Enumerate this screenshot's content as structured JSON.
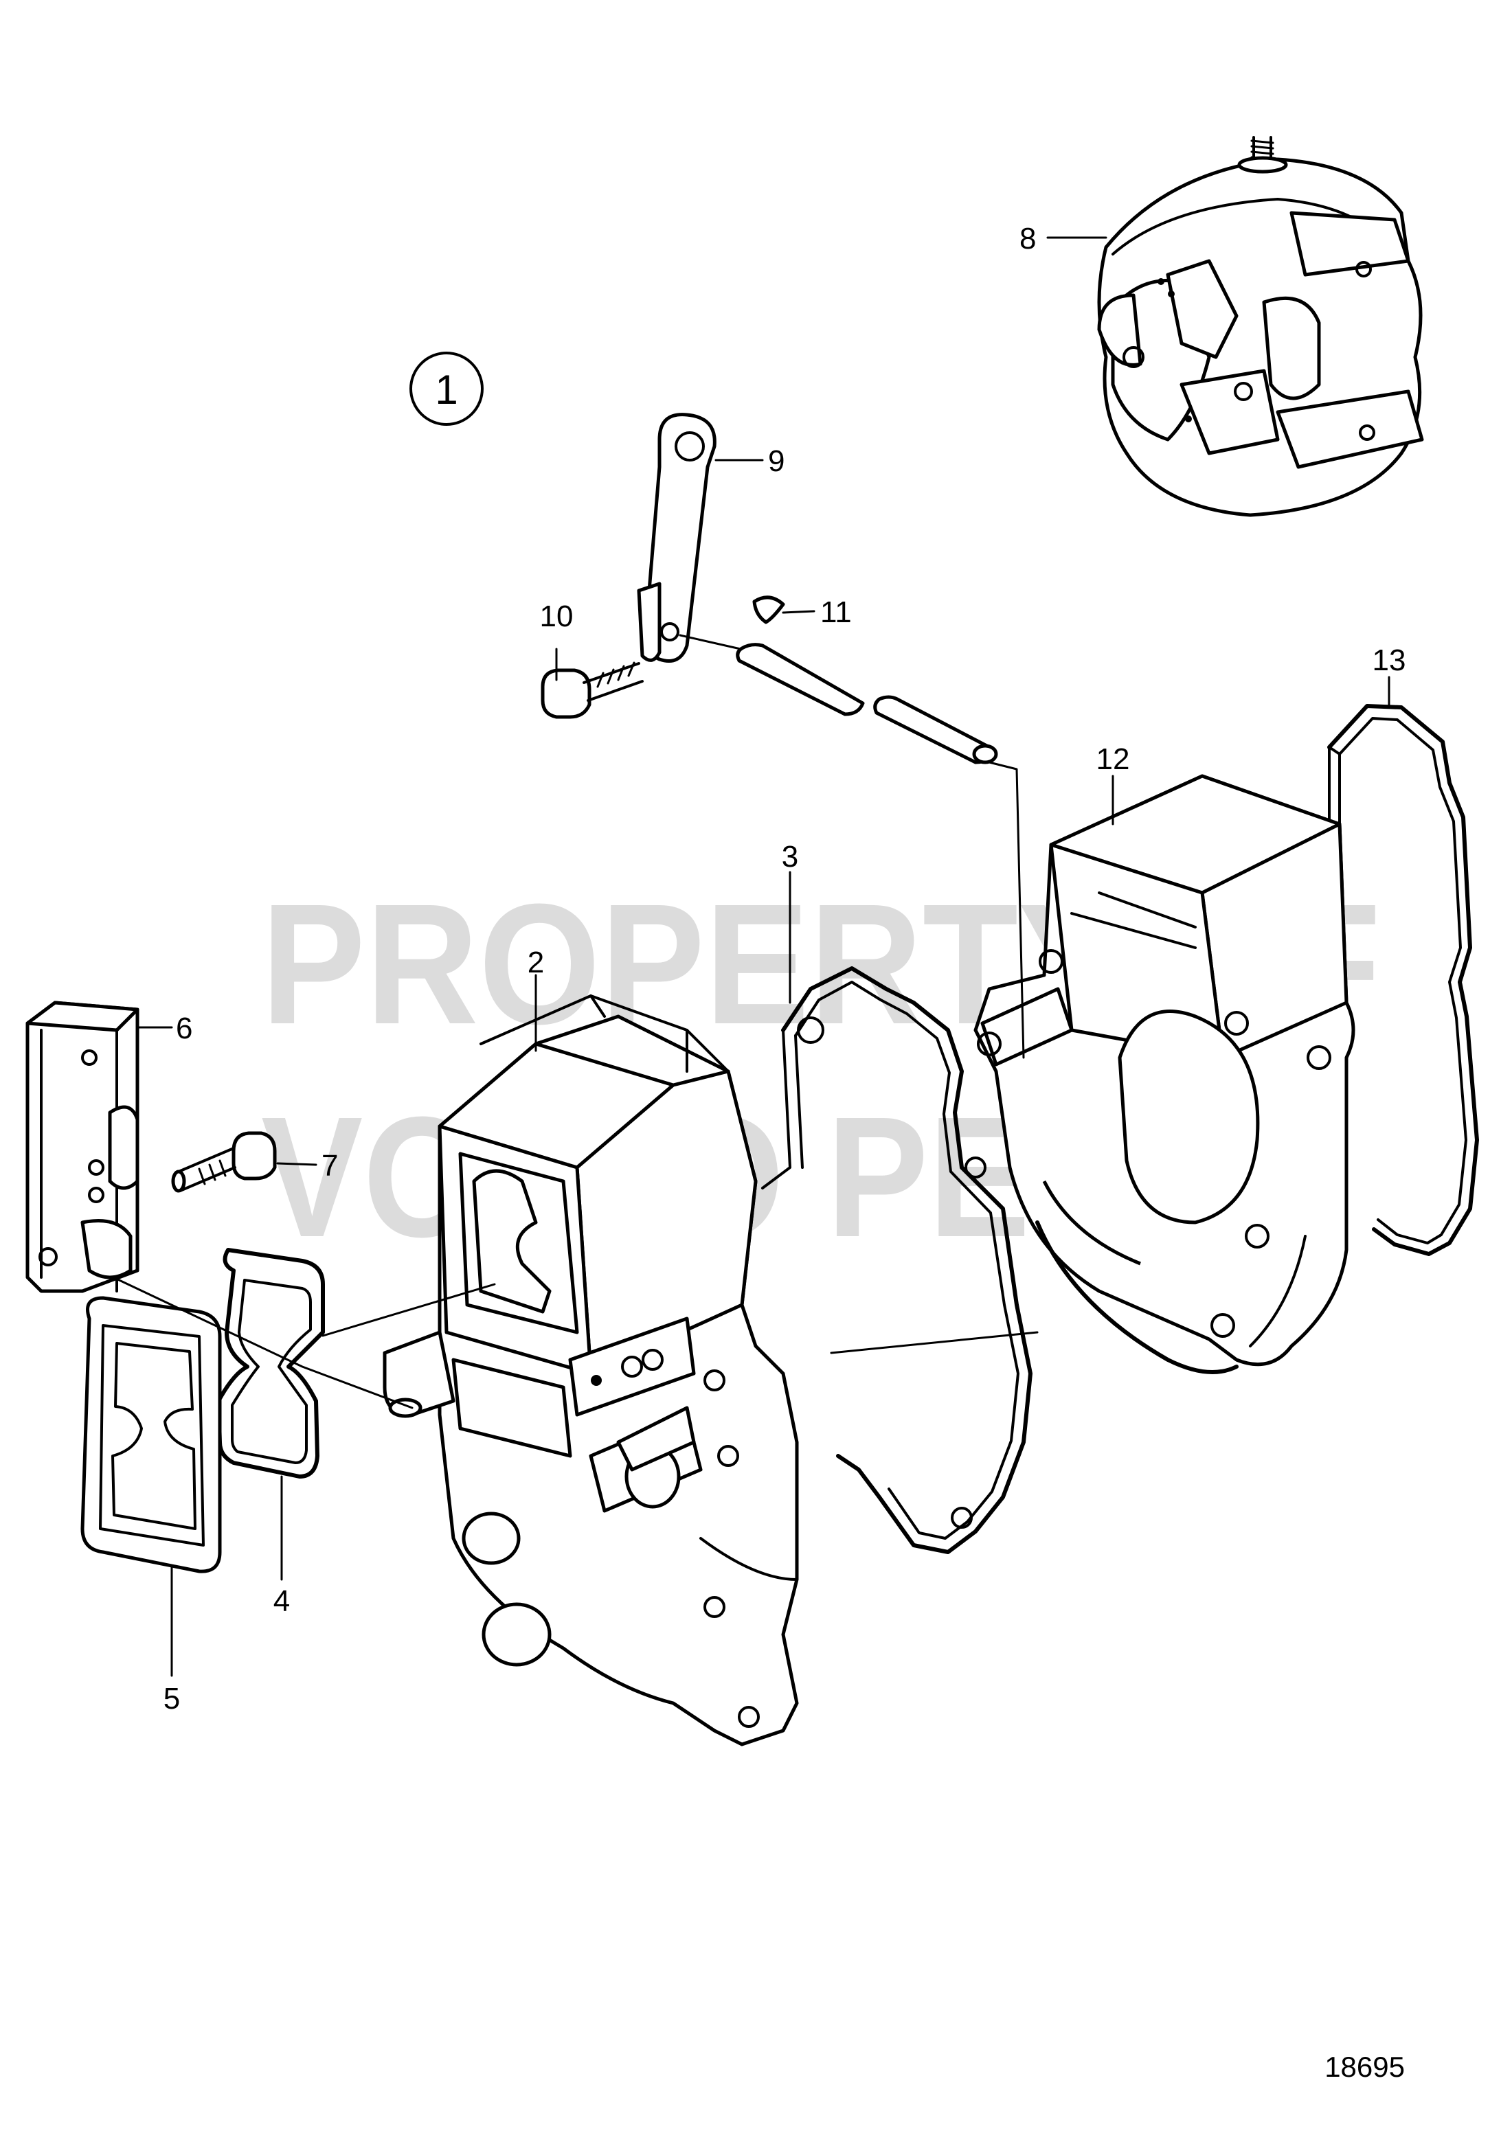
{
  "watermark": {
    "line1": "PROPERTY OF",
    "line2": "VOLVO PENTA"
  },
  "group_number": "1",
  "drawing_number": "18695",
  "callouts": [
    {
      "id": "2",
      "label": "2"
    },
    {
      "id": "3",
      "label": "3"
    },
    {
      "id": "4",
      "label": "4"
    },
    {
      "id": "5",
      "label": "5"
    },
    {
      "id": "6",
      "label": "6"
    },
    {
      "id": "7",
      "label": "7"
    },
    {
      "id": "8",
      "label": "8"
    },
    {
      "id": "9",
      "label": "9"
    },
    {
      "id": "10",
      "label": "10"
    },
    {
      "id": "11",
      "label": "11"
    },
    {
      "id": "12",
      "label": "12"
    },
    {
      "id": "13",
      "label": "13"
    }
  ]
}
